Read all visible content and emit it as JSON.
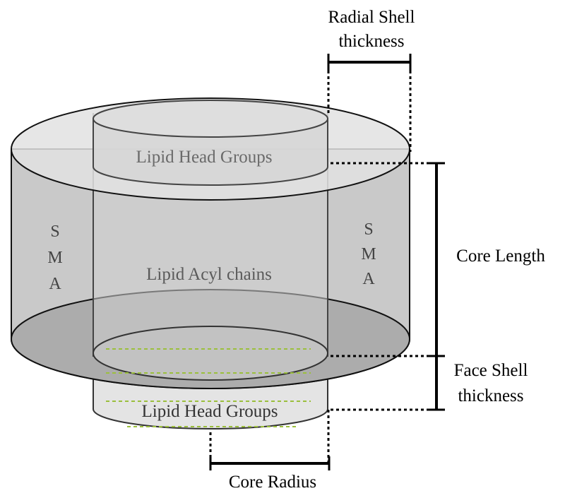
{
  "labels": {
    "radial_shell_line1": "Radial Shell",
    "radial_shell_line2": "thickness",
    "lipid_head_top": "Lipid Head Groups",
    "lipid_head_bottom": "Lipid Head Groups",
    "lipid_acyl": "Lipid Acyl chains",
    "sma_left": [
      "S",
      "M",
      "A"
    ],
    "sma_right": [
      "S",
      "M",
      "A"
    ],
    "core_length": "Core Length",
    "face_shell_line1": "Face Shell",
    "face_shell_line2": "thickness",
    "core_radius": "Core Radius"
  },
  "colors": {
    "outer_fill": "#c9c9c9",
    "outer_top": "#e2e2e2",
    "outer_bottom": "#a9a9a9",
    "inner_fill": "#dcdcdc",
    "label_gray": "#5a5a5a",
    "hatch_green": "#9bbf3c",
    "line": "#000000"
  }
}
